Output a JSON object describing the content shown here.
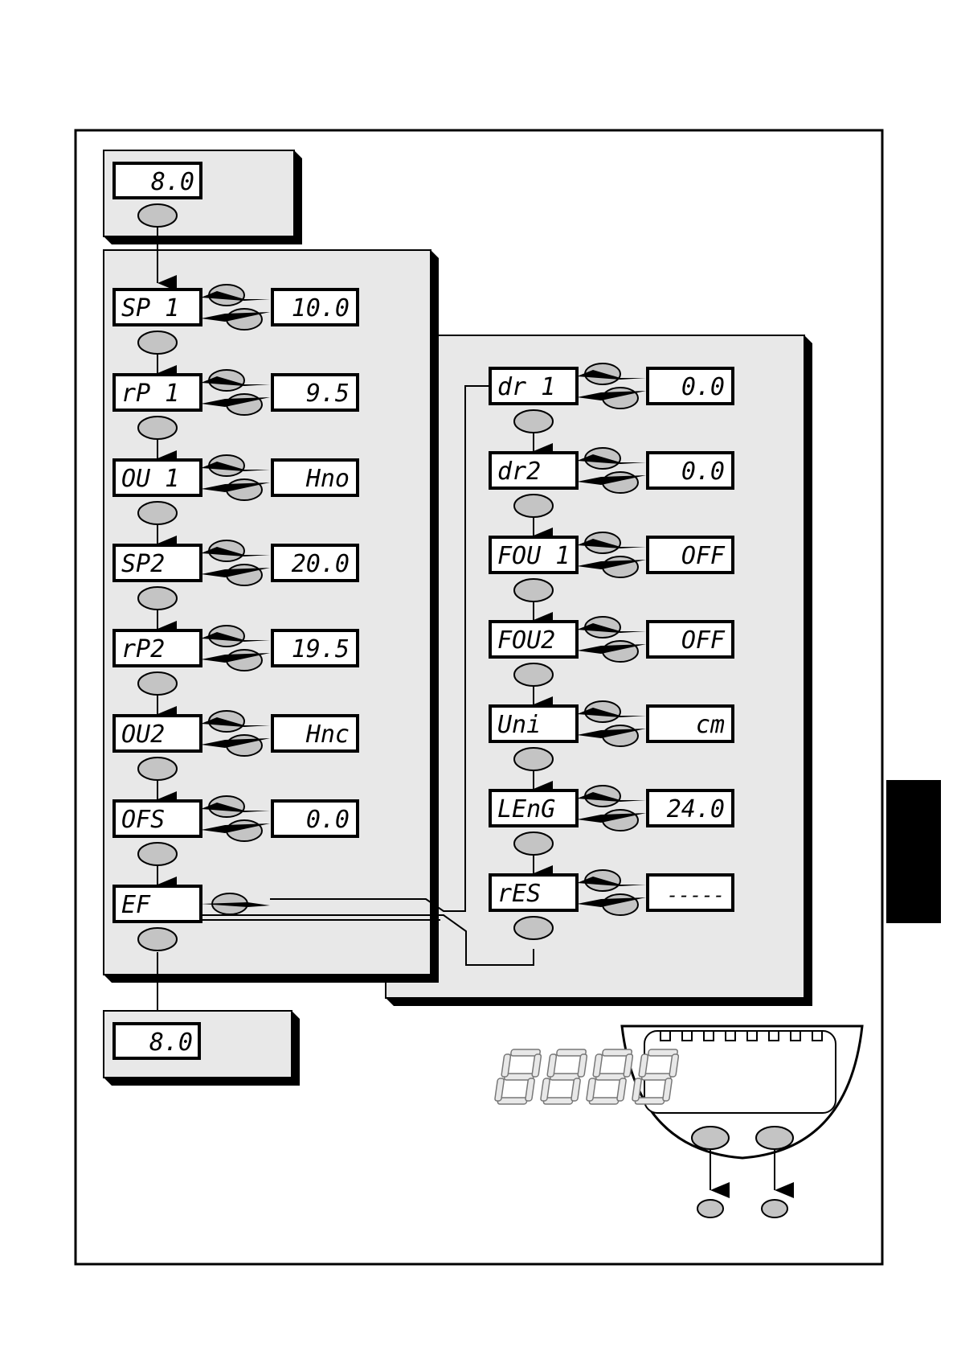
{
  "colors": {
    "panel_fill": "#e8e8e8",
    "panel_shadow": "#000000",
    "button_fill": "#c4c4c4",
    "lcd_fill": "#ffffff",
    "tab_fill": "#000000",
    "border": "#000000"
  },
  "start_display": "8.0",
  "end_display": "8.0",
  "left_menu": [
    {
      "code": "SP 1",
      "value": "10.0"
    },
    {
      "code": "rP 1",
      "value": "9.5"
    },
    {
      "code": "OU 1",
      "value": "Hno"
    },
    {
      "code": "SP2",
      "value": "20.0"
    },
    {
      "code": "rP2",
      "value": "19.5"
    },
    {
      "code": "OU2",
      "value": "Hnc"
    },
    {
      "code": "OFS",
      "value": "0.0"
    },
    {
      "code": "EF",
      "value": null
    }
  ],
  "extended_menu": [
    {
      "code": "dr 1",
      "value": "0.0"
    },
    {
      "code": "dr2",
      "value": "0.0"
    },
    {
      "code": "FOU 1",
      "value": "OFF"
    },
    {
      "code": "FOU2",
      "value": "OFF"
    },
    {
      "code": "Uni",
      "value": "cm"
    },
    {
      "code": "LEnG",
      "value": "24.0"
    },
    {
      "code": "rES",
      "value": "-----"
    }
  ],
  "device": {
    "led_count": 8,
    "digit_count": 4,
    "button_count": 2,
    "icons": [
      "segment-display-icon",
      "mode-button-icon",
      "set-button-icon"
    ]
  }
}
